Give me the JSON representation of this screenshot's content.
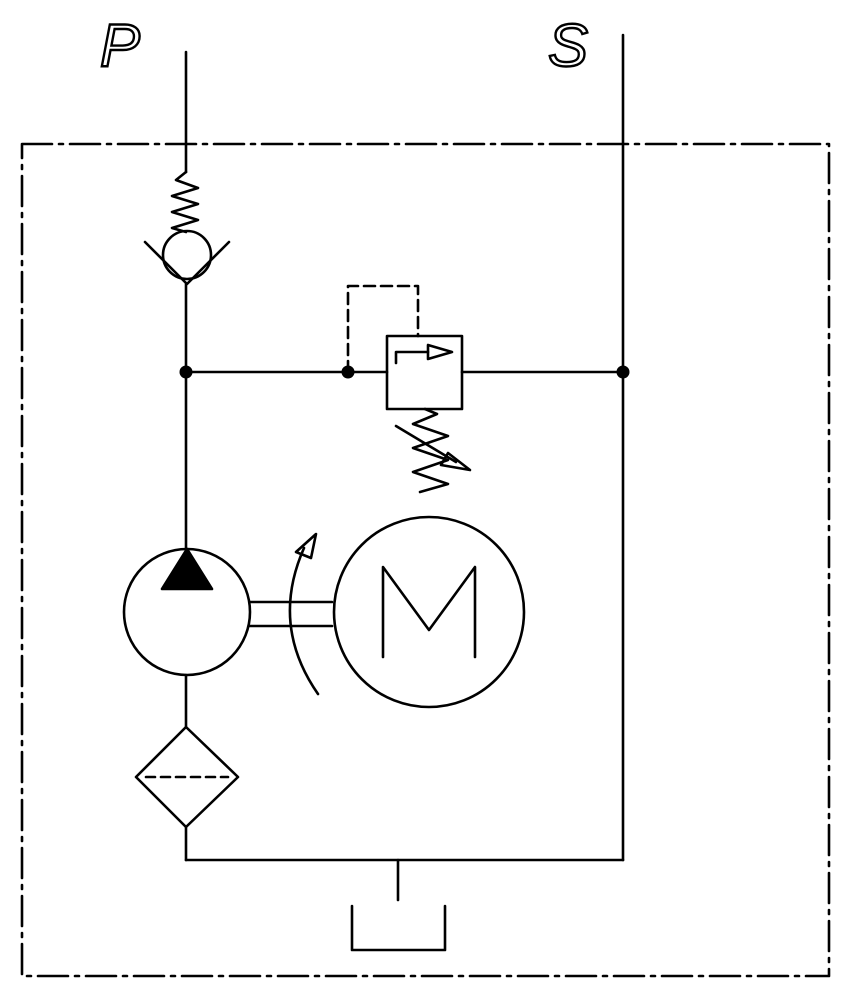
{
  "ports": {
    "pressure_label": "P",
    "suction_label": "S"
  },
  "motor": {
    "letter": "M"
  },
  "colors": {
    "line": "#000000",
    "background": "#ffffff"
  }
}
